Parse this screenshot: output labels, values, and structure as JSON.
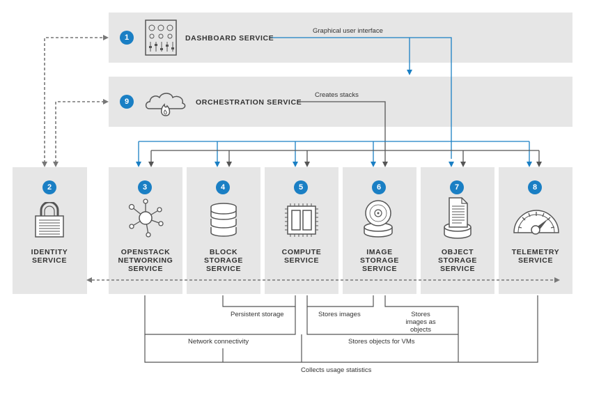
{
  "colors": {
    "accent": "#1a7fc4",
    "panel": "#e6e6e6",
    "line_dark": "#555555",
    "dashed": "#777777",
    "text": "#333333"
  },
  "top_services": [
    {
      "number": "1",
      "title": "DASHBOARD SERVICE",
      "icon": "control-panel-icon"
    },
    {
      "number": "9",
      "title": "ORCHESTRATION SERVICE",
      "icon": "cloud-fire-icon"
    }
  ],
  "services": [
    {
      "number": "2",
      "title": "IDENTITY SERVICE",
      "icon": "padlock-icon"
    },
    {
      "number": "3",
      "title": "OPENSTACK NETWORKING SERVICE",
      "icon": "network-hub-icon"
    },
    {
      "number": "4",
      "title": "BLOCK STORAGE SERVICE",
      "icon": "database-icon"
    },
    {
      "number": "5",
      "title": "COMPUTE SERVICE",
      "icon": "cpu-chip-icon"
    },
    {
      "number": "6",
      "title": "IMAGE STORAGE SERVICE",
      "icon": "disc-icon"
    },
    {
      "number": "7",
      "title": "OBJECT STORAGE SERVICE",
      "icon": "document-icon"
    },
    {
      "number": "8",
      "title": "TELEMETRY SERVICE",
      "icon": "gauge-icon"
    }
  ],
  "connections": {
    "graphical_ui": "Graphical user interface",
    "creates_stacks": "Creates stacks",
    "persistent_storage": "Persistent storage",
    "stores_images": "Stores images",
    "stores_images_objects": "Stores images as objects",
    "network_connectivity": "Network connectivity",
    "stores_objects_vms": "Stores objects for VMs",
    "collects_usage": "Collects usage statistics"
  }
}
